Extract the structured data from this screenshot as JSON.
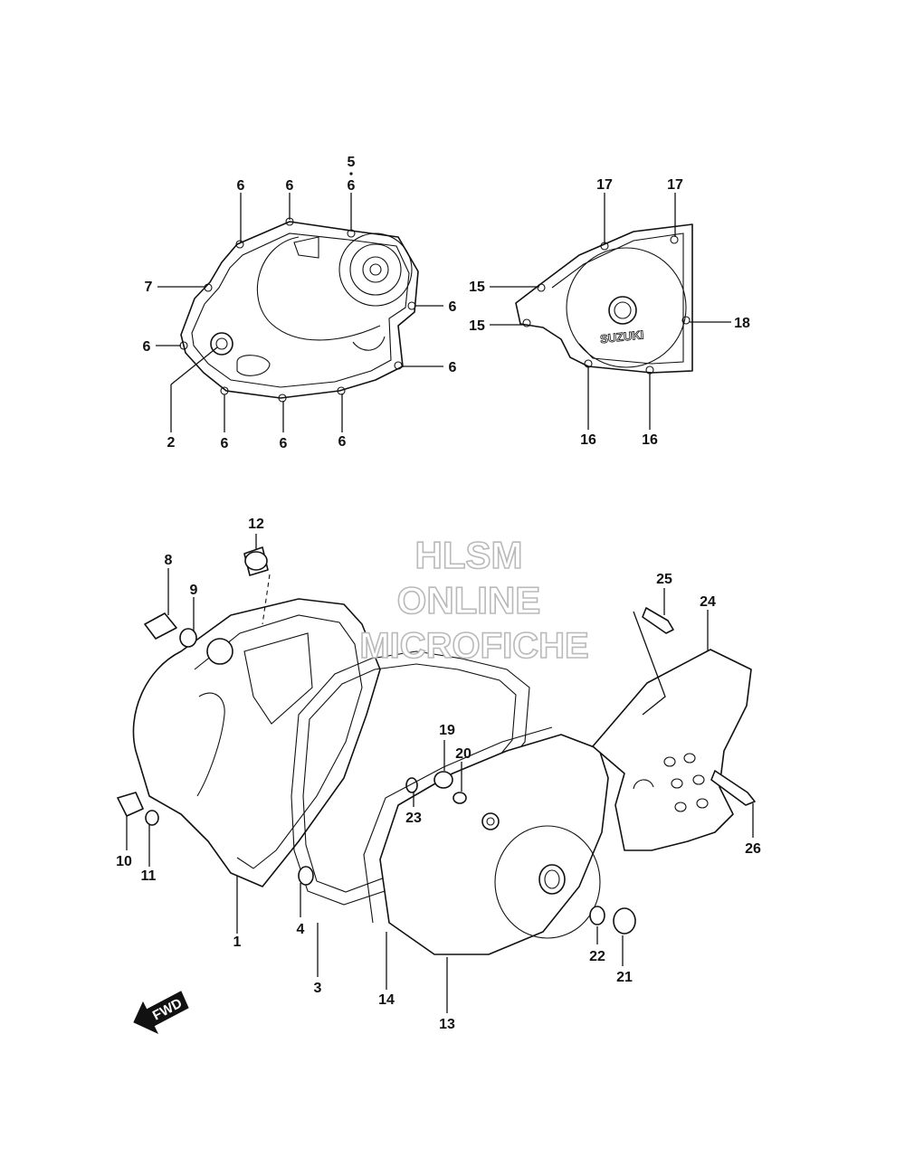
{
  "watermark": {
    "line1": "HLSM",
    "line2": "ONLINE",
    "line3": "MICROFICHE"
  },
  "fwd": {
    "label": "FWD"
  },
  "cover_logo": {
    "text": "SUZUKI"
  },
  "callouts": {
    "c1": "1",
    "c2": "2",
    "c3": "3",
    "c4": "4",
    "c5": "5",
    "c6": "6",
    "c7": "7",
    "c8": "8",
    "c9": "9",
    "c10": "10",
    "c11": "11",
    "c12": "12",
    "c13": "13",
    "c14": "14",
    "c15": "15",
    "c16": "16",
    "c17": "17",
    "c18": "18",
    "c19": "19",
    "c20": "20",
    "c21": "21",
    "c22": "22",
    "c23": "23",
    "c24": "24",
    "c25": "25",
    "c26": "26"
  }
}
